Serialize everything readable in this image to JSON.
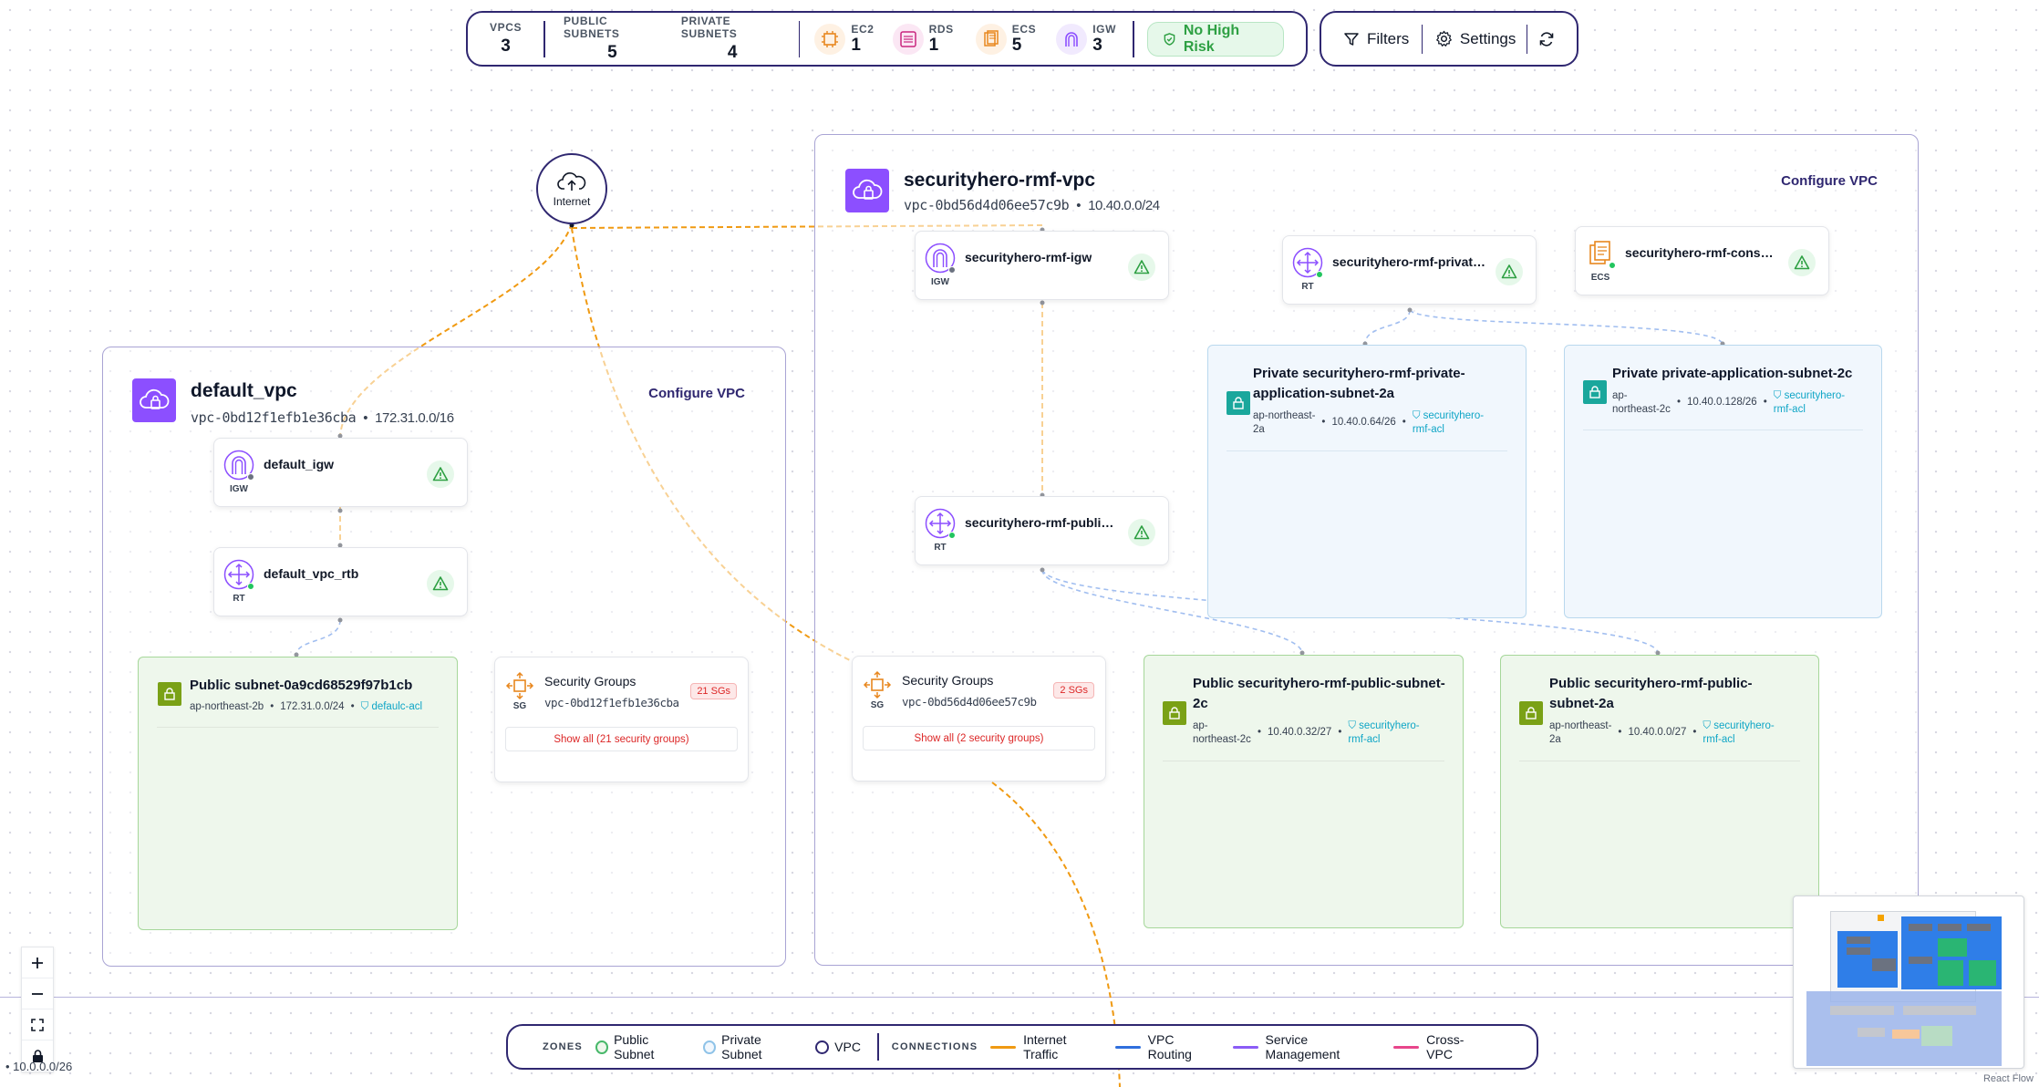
{
  "stats": {
    "vpcs": {
      "label": "VPCS",
      "value": "3"
    },
    "public_subnets": {
      "label": "PUBLIC SUBNETS",
      "value": "5"
    },
    "private_subnets": {
      "label": "PRIVATE SUBNETS",
      "value": "4"
    },
    "ec2": {
      "label": "EC2",
      "value": "1"
    },
    "rds": {
      "label": "RDS",
      "value": "1"
    },
    "ecs": {
      "label": "ECS",
      "value": "5"
    },
    "igw": {
      "label": "IGW",
      "value": "3"
    },
    "risk": "No High Risk"
  },
  "toolbar": {
    "filters": "Filters",
    "settings": "Settings"
  },
  "internet": {
    "label": "Internet"
  },
  "vpcs": [
    {
      "name": "default_vpc",
      "id": "vpc-0bd12f1efb1e36cba",
      "cidr": "172.31.0.0/16",
      "configure": "Configure VPC",
      "igw": {
        "name": "default_igw",
        "tag": "IGW"
      },
      "rt": {
        "name": "default_vpc_rtb",
        "tag": "RT"
      },
      "subnets": [
        {
          "title": "Public subnet-0a9cd68529f97b1cb",
          "az": "ap-northeast-2b",
          "cidr": "172.31.0.0/24",
          "acl": "defaulc-acl"
        }
      ],
      "sg": {
        "title": "Security Groups",
        "tag": "SG",
        "vpc": "vpc-0bd12f1efb1e36cba",
        "badge": "21 SGs",
        "button": "Show all (21 security groups)"
      }
    },
    {
      "name": "securityhero-rmf-vpc",
      "id": "vpc-0bd56d4d06ee57c9b",
      "cidr": "10.40.0.0/24",
      "configure": "Configure VPC",
      "igw": {
        "name": "securityhero-rmf-igw",
        "tag": "IGW"
      },
      "rt_private": {
        "name": "securityhero-rmf-private...",
        "tag": "RT"
      },
      "ecs": {
        "name": "securityhero-rmf-consol...",
        "tag": "ECS"
      },
      "rt_public": {
        "name": "securityhero-rmf-public-...",
        "tag": "RT"
      },
      "private_subnets": [
        {
          "title_1": "Private securityhero-rmf-private-",
          "title_2": "application-subnet-2a",
          "az_1": "ap-northeast-",
          "az_2": "2a",
          "cidr": "10.40.0.64/26",
          "acl_1": "securityhero-",
          "acl_2": "rmf-acl"
        },
        {
          "title_1": "Private private-application-subnet-2c",
          "title_2": "",
          "az_1": "ap-",
          "az_2": "northeast-2c",
          "cidr": "10.40.0.128/26",
          "acl_1": "securityhero-",
          "acl_2": "rmf-acl"
        }
      ],
      "public_subnets": [
        {
          "title_1": "Public securityhero-rmf-public-subnet-",
          "title_2": "2c",
          "az_1": "ap-",
          "az_2": "northeast-2c",
          "cidr": "10.40.0.32/27",
          "acl_1": "securityhero-",
          "acl_2": "rmf-acl"
        },
        {
          "title_1": "Public securityhero-rmf-public-",
          "title_2": "subnet-2a",
          "az_1": "ap-northeast-",
          "az_2": "2a",
          "cidr": "10.40.0.0/27",
          "acl_1": "securityhero-",
          "acl_2": "rmf-acl"
        }
      ],
      "sg": {
        "title": "Security Groups",
        "tag": "SG",
        "vpc": "vpc-0bd56d4d06ee57c9b",
        "badge": "2 SGs",
        "button": "Show all (2 security groups)"
      }
    }
  ],
  "legend": {
    "zones_head": "ZONES",
    "zones": [
      "Public Subnet",
      "Private Subnet",
      "VPC"
    ],
    "connections_head": "CONNECTIONS",
    "connections": [
      "Internet Traffic",
      "VPC Routing",
      "Service Management",
      "Cross-VPC"
    ]
  },
  "colors": {
    "internet_traffic": "#f09a12",
    "vpc_routing": "#2f6fdd",
    "service_management": "#8b5cf6",
    "cross_vpc": "#e8468b",
    "accent": "#2f2770"
  },
  "footer": {
    "react_flow": "React Flow",
    "edge_label": "10.0.0.0/26"
  }
}
